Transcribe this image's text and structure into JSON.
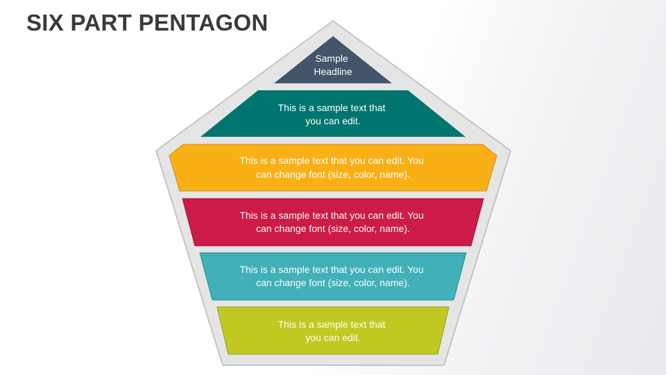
{
  "slide": {
    "title": "SIX PART PENTAGON"
  },
  "colors": {
    "outline_fill": "#e5e5e5",
    "outline_stroke": "#c4c4c4",
    "headline": "#44546a",
    "teal": "#00746e",
    "yellow": "#f9b017",
    "crimson": "#cc1a49",
    "aqua": "#41b0b8",
    "lime": "#c0c921"
  },
  "segments": [
    {
      "id": "headline",
      "lines": [
        "Sample",
        "Headline"
      ]
    },
    {
      "id": "teal",
      "lines": [
        "This is a sample text that",
        "you can edit."
      ]
    },
    {
      "id": "yellow",
      "lines": [
        "This is a sample text that you can edit. You",
        "can change font (size, color, name)."
      ]
    },
    {
      "id": "crimson",
      "lines": [
        "This is a sample text that you can edit. You",
        "can change font (size, color, name)."
      ]
    },
    {
      "id": "aqua",
      "lines": [
        "This is a sample text that you can edit. You",
        "can change font (size, color, name)."
      ]
    },
    {
      "id": "lime",
      "lines": [
        "This is a sample text that",
        "you can edit."
      ]
    }
  ]
}
